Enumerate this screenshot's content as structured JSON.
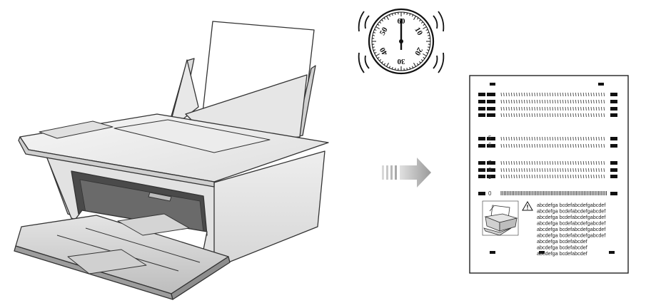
{
  "timer": {
    "labels": [
      "60",
      "10",
      "20",
      "30",
      "40",
      "50"
    ]
  },
  "test_page": {
    "row_numbers": [
      "5",
      "6",
      "7",
      "8",
      "9",
      "0"
    ],
    "text_lines": [
      "abcdefga bcdefabcdefgabcdef",
      "abcdefga bcdefabcdefgabcdef",
      "abcdefga bcdefabcdefgabcdef",
      "abcdefga bcdefabcdefgabcdef",
      "abcdefga bcdefabcdefgabcdef",
      "abcdefga bcdefabcdefgabcdef",
      "abcdefga bcdefabcdef",
      "abcdefga bcdefabcdef",
      "abcdefga bcdefabcdef"
    ]
  },
  "icons": [
    "printer-icon",
    "stopwatch-icon",
    "arrow-right-icon",
    "warning-triangle-icon"
  ]
}
